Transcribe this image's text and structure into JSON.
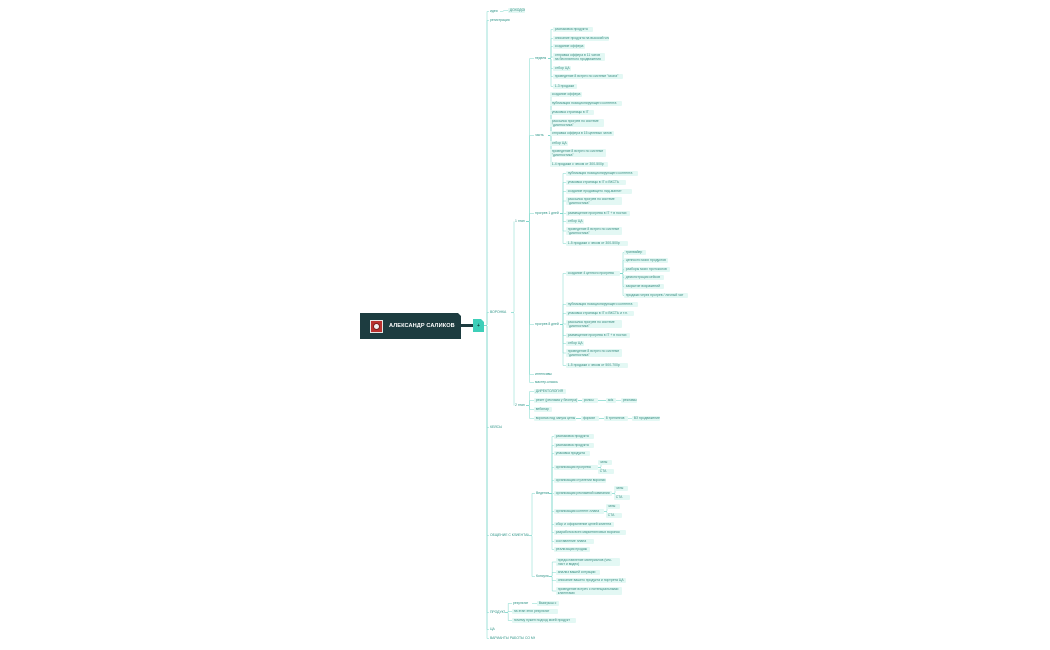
{
  "map": {
    "root": {
      "title": "АЛЕКСАНДР САЛИКОВ",
      "hub_symbol": "+",
      "accent_color": "#3ecfb9",
      "card_color": "#1d3c40",
      "node_color": "#e3f8f4",
      "line_color": "#7fd8cb"
    },
    "nodes": [
      {
        "id": "n1",
        "text": "идея",
        "branch": true
      },
      {
        "id": "n1a",
        "text": "ДОХОДОВ"
      },
      {
        "id": "n2",
        "text": "регистрация",
        "branch": true
      },
      {
        "id": "n3",
        "text": "ВОРОНКА",
        "branch": true
      },
      {
        "id": "n3a",
        "text": "1 этап",
        "branch": true
      },
      {
        "id": "n3a1",
        "text": "неделя",
        "branch": true
      },
      {
        "id": "n3a1_1",
        "text": "распаковка продукта"
      },
      {
        "id": "n3a1_2",
        "text": "описание продукта на высокий чек"
      },
      {
        "id": "n3a1_3",
        "text": "создание оффера"
      },
      {
        "id": "n3a1_4",
        "text": "отправка оффера в 11 чатов на бесплатного продвижения"
      },
      {
        "id": "n3a1_5",
        "text": "отбор ЦА"
      },
      {
        "id": "n3a1_6",
        "text": "проведение 8 встреч по системе \"мозга\""
      },
      {
        "id": "n3a1_7",
        "text": "1-3 продажи"
      },
      {
        "id": "n3a2",
        "text": "часть",
        "branch": true
      },
      {
        "id": "n3a2_1",
        "text": "создание оффера"
      },
      {
        "id": "n3a2_2",
        "text": "публикация позиционирующего контента"
      },
      {
        "id": "n3a2_3",
        "text": "упаковка страницы в IT"
      },
      {
        "id": "n3a2_4",
        "text": "рассылка прогрев по системе \"диагностика\""
      },
      {
        "id": "n3a2_5",
        "text": "отправка оффера в 15 целевых чатов"
      },
      {
        "id": "n3a2_6",
        "text": "отбор ЦА"
      },
      {
        "id": "n3a2_7",
        "text": "проведение 8 встреч по системе \"диагностика\""
      },
      {
        "id": "n3a2_8",
        "text": "1-4 продажи с чеком от 300-500р"
      },
      {
        "id": "n3a3",
        "text": "прогрев 1 дней",
        "branch": true
      },
      {
        "id": "n3a3_1",
        "text": "публикация позиционирующего контента"
      },
      {
        "id": "n3a3_2",
        "text": "упаковка страницы в IT и ВКСТЬ"
      },
      {
        "id": "n3a3_3",
        "text": "создание продающего лид-магнит"
      },
      {
        "id": "n3a3_4",
        "text": "рассылка прогрев по системе \"диагностика\""
      },
      {
        "id": "n3a3_5",
        "text": "размещение прогрева в IT + в постах"
      },
      {
        "id": "n3a3_6",
        "text": "отбор ЦА"
      },
      {
        "id": "n3a3_7",
        "text": "проведение 8 встреч по системе \"диагностика\""
      },
      {
        "id": "n3a3_8",
        "text": "1-5 продажи с чеком от 300-500р"
      },
      {
        "id": "n3a4",
        "text": "прогрев 8 дней",
        "branch": true
      },
      {
        "id": "n3a4_1",
        "text": "создание 4 ценного прогрева"
      },
      {
        "id": "n3a4_1a",
        "text": "трипвайер"
      },
      {
        "id": "n3a4_1b",
        "text": "ценности моих продуктов"
      },
      {
        "id": "n3a4_1c",
        "text": "разборы моих протоколов"
      },
      {
        "id": "n3a4_1d",
        "text": "демонстрация кейсов"
      },
      {
        "id": "n3a4_1e",
        "text": "закрытие возражений"
      },
      {
        "id": "n3a4_1f",
        "text": "продажи через прогрев / личный чат"
      },
      {
        "id": "n3a4_2",
        "text": "публикация позиционирующего контента"
      },
      {
        "id": "n3a4_3",
        "text": "упаковка страницы в IT и ВКСТЬ и т.п."
      },
      {
        "id": "n3a4_4",
        "text": "рассылка прогрев по системе \"диагностика\""
      },
      {
        "id": "n3a4_5",
        "text": "размещение прогрева в IT + в постах"
      },
      {
        "id": "n3a4_6",
        "text": "отбор ЦА"
      },
      {
        "id": "n3a4_7",
        "text": "проведение 8 встреч по системе \"диагностика\""
      },
      {
        "id": "n3a4_8",
        "text": "1-5 продажи с чеком от 500-700р"
      },
      {
        "id": "n3a5",
        "text": "интенсивы",
        "branch": true
      },
      {
        "id": "n3a6",
        "text": "мастер-классы",
        "branch": true
      },
      {
        "id": "n3b",
        "text": "2 этап",
        "branch": true
      },
      {
        "id": "n3b1",
        "text": "ДИРЕКТОЛОГИЯ"
      },
      {
        "id": "n3b2",
        "text": "рекет (реклама у блогера)"
      },
      {
        "id": "n3b2a",
        "text": "рилсы"
      },
      {
        "id": "n3b2b",
        "text": "ads"
      },
      {
        "id": "n3b2c",
        "text": "рекламы"
      },
      {
        "id": "n3b3",
        "text": "вебинар"
      },
      {
        "id": "n3b4",
        "text": "воронка под запуск цены"
      },
      {
        "id": "n3b4a",
        "text": "формат"
      },
      {
        "id": "n3b4b",
        "text": "8 тренингов"
      },
      {
        "id": "n3b4c",
        "text": "ВЗ продвижение"
      },
      {
        "id": "n4",
        "text": "КЕЙСЫ",
        "branch": true
      },
      {
        "id": "n5",
        "text": "ОБЩЕНИЕ С КЛИЕНТАМИ",
        "branch": true
      },
      {
        "id": "n5a",
        "text": "Ведение",
        "branch": true
      },
      {
        "id": "n5a1",
        "text": "распаковка продукта"
      },
      {
        "id": "n5a2",
        "text": "распаковка продукта"
      },
      {
        "id": "n5a3",
        "text": "упаковка продукта"
      },
      {
        "id": "n5a4",
        "text": "организация прогрева"
      },
      {
        "id": "n5a4a",
        "text": "чаты"
      },
      {
        "id": "n5a4b",
        "text": "CTA"
      },
      {
        "id": "n5a5",
        "text": "организация стратегии воронки"
      },
      {
        "id": "n5a6",
        "text": "организация рекламной кампании"
      },
      {
        "id": "n5a6a",
        "text": "чаты"
      },
      {
        "id": "n5a6b",
        "text": "CTA"
      },
      {
        "id": "n5a7",
        "text": "организация контент-плана"
      },
      {
        "id": "n5a7a",
        "text": "чаты"
      },
      {
        "id": "n5a7b",
        "text": "CTA"
      },
      {
        "id": "n5a8",
        "text": "сбор и оформление целей клиента"
      },
      {
        "id": "n5a9",
        "text": "разработка всех маркетинговых воронок"
      },
      {
        "id": "n5a10",
        "text": "составление плана"
      },
      {
        "id": "n5a11",
        "text": "реализация продаж"
      },
      {
        "id": "n5b",
        "text": "Консульт",
        "branch": true
      },
      {
        "id": "n5b1",
        "text": "предоставление материалов (чек-лист и видео)"
      },
      {
        "id": "n5b2",
        "text": "анализ вашей ситуации"
      },
      {
        "id": "n5b3",
        "text": "описание вашего продукта и портрета ЦА"
      },
      {
        "id": "n5b4",
        "text": "проведение встреч с потенциальными клиентами"
      },
      {
        "id": "n6",
        "text": "ПРОДУКТ",
        "branch": true
      },
      {
        "id": "n6a",
        "text": "результат",
        "branch": true
      },
      {
        "id": "n6a1",
        "text": "Выигрыш с"
      },
      {
        "id": "n6b",
        "text": "на этап этих результат"
      },
      {
        "id": "n6c",
        "text": "почему нужен подход моей продукт"
      },
      {
        "id": "n7",
        "text": "ЦА",
        "branch": true
      },
      {
        "id": "n8",
        "text": "ВАРИАНТЫ РАБОТЫ СО МНОЙ",
        "branch": true
      }
    ]
  }
}
